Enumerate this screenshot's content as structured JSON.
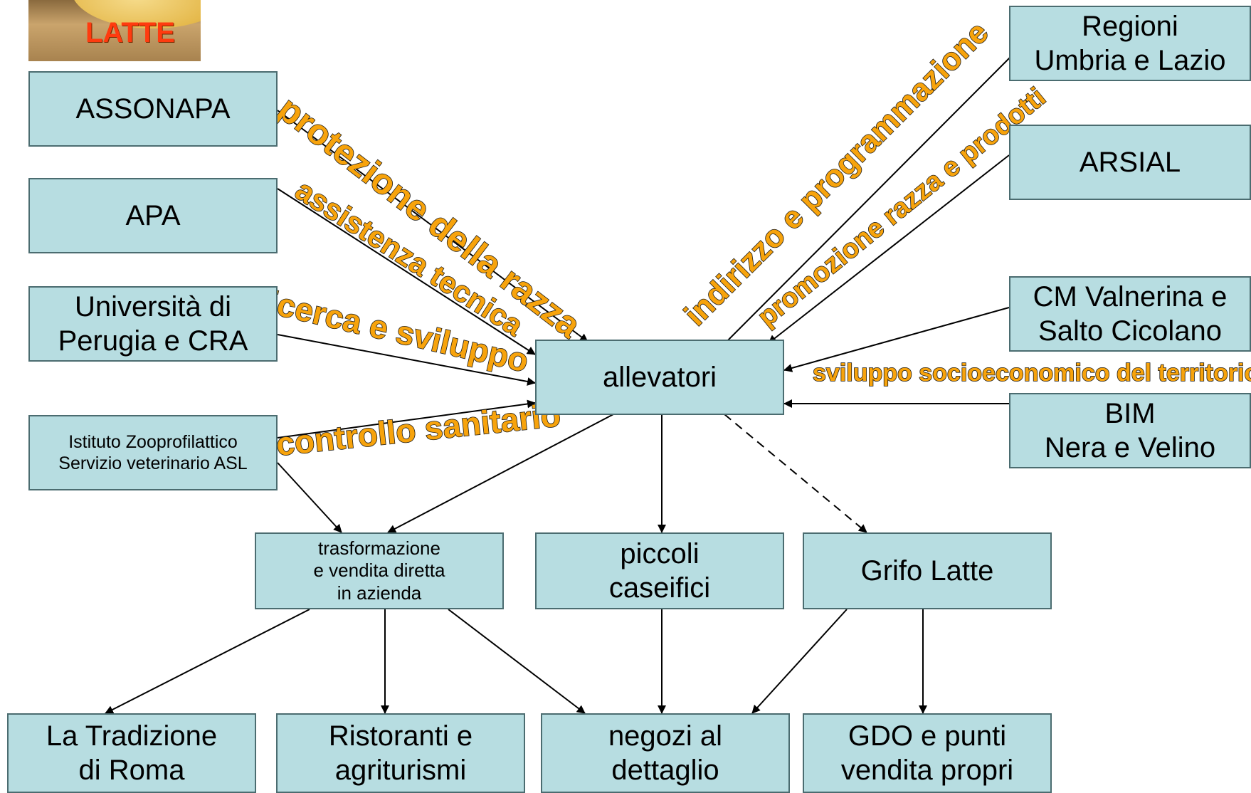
{
  "logo": {
    "text": "LATTE"
  },
  "nodes": {
    "assonapa": {
      "text": "ASSONAPA"
    },
    "apa": {
      "text": "APA"
    },
    "universita": {
      "line1": "Università di",
      "line2": "Perugia e CRA"
    },
    "istituto": {
      "line1": "Istituto Zooprofilattico",
      "line2": "Servizio veterinario ASL"
    },
    "regioni": {
      "line1": "Regioni",
      "line2": "Umbria e Lazio"
    },
    "arsial": {
      "text": "ARSIAL"
    },
    "cm": {
      "line1": "CM Valnerina e",
      "line2": "Salto Cicolano"
    },
    "bim": {
      "line1": "BIM",
      "line2": "Nera e Velino"
    },
    "allevatori": {
      "text": "allevatori"
    },
    "trasformazione": {
      "line1": "trasformazione",
      "line2": "e vendita diretta",
      "line3": "in azienda"
    },
    "piccoli": {
      "line1": "piccoli",
      "line2": "caseifici"
    },
    "grifo": {
      "text": "Grifo Latte"
    },
    "tradizione": {
      "line1": "La Tradizione",
      "line2": "di Roma"
    },
    "ristoranti": {
      "line1": "Ristoranti e",
      "line2": "agriturismi"
    },
    "negozi": {
      "line1": "negozi al",
      "line2": "dettaglio"
    },
    "gdo": {
      "line1": "GDO e punti",
      "line2": "vendita propri"
    }
  },
  "edge_labels": {
    "protezione": "protezione della razza",
    "assistenza": "assistenza tecnica",
    "ricerca": "ricerca e sviluppo",
    "controllo": "controllo sanitario",
    "indirizzo": "indirizzo e programmazione",
    "promozione": "promozione razza e prodotti",
    "sviluppo": "sviluppo socioeconomico del territorio"
  }
}
